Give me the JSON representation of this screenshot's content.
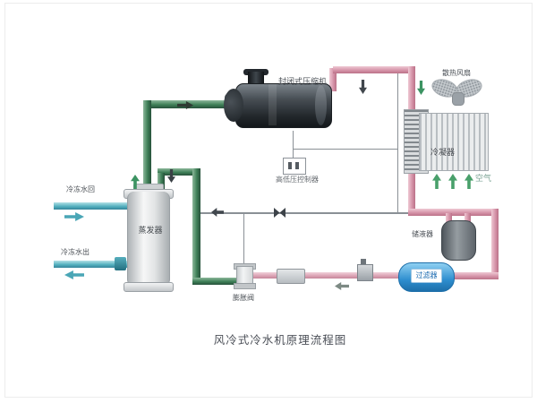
{
  "caption": "风冷式冷水机原理流程图",
  "components": {
    "compressor": {
      "label": "封闭式压缩机"
    },
    "controller": {
      "label": "高低压控制器"
    },
    "fan": {
      "label": "散热风扇"
    },
    "condenser": {
      "label": "冷凝器"
    },
    "air": {
      "label": "空气"
    },
    "receiver": {
      "label": "储液器"
    },
    "filter": {
      "label": "过滤器"
    },
    "expansion_valve": {
      "label": "膨胀阀"
    },
    "evaporator": {
      "label": "蒸发器"
    },
    "chilled_water_return": {
      "label": "冷冻水回"
    },
    "chilled_water_supply": {
      "label": "冷冻水出"
    }
  },
  "colors": {
    "hot_gas_line": "#d694a9",
    "suction_line": "#3e7f57",
    "chilled_water_line": "#55b1c0",
    "air_arrow": "#49a06b",
    "filter_shell": "#2e8ecf",
    "compressor_body": "#2b3136"
  }
}
